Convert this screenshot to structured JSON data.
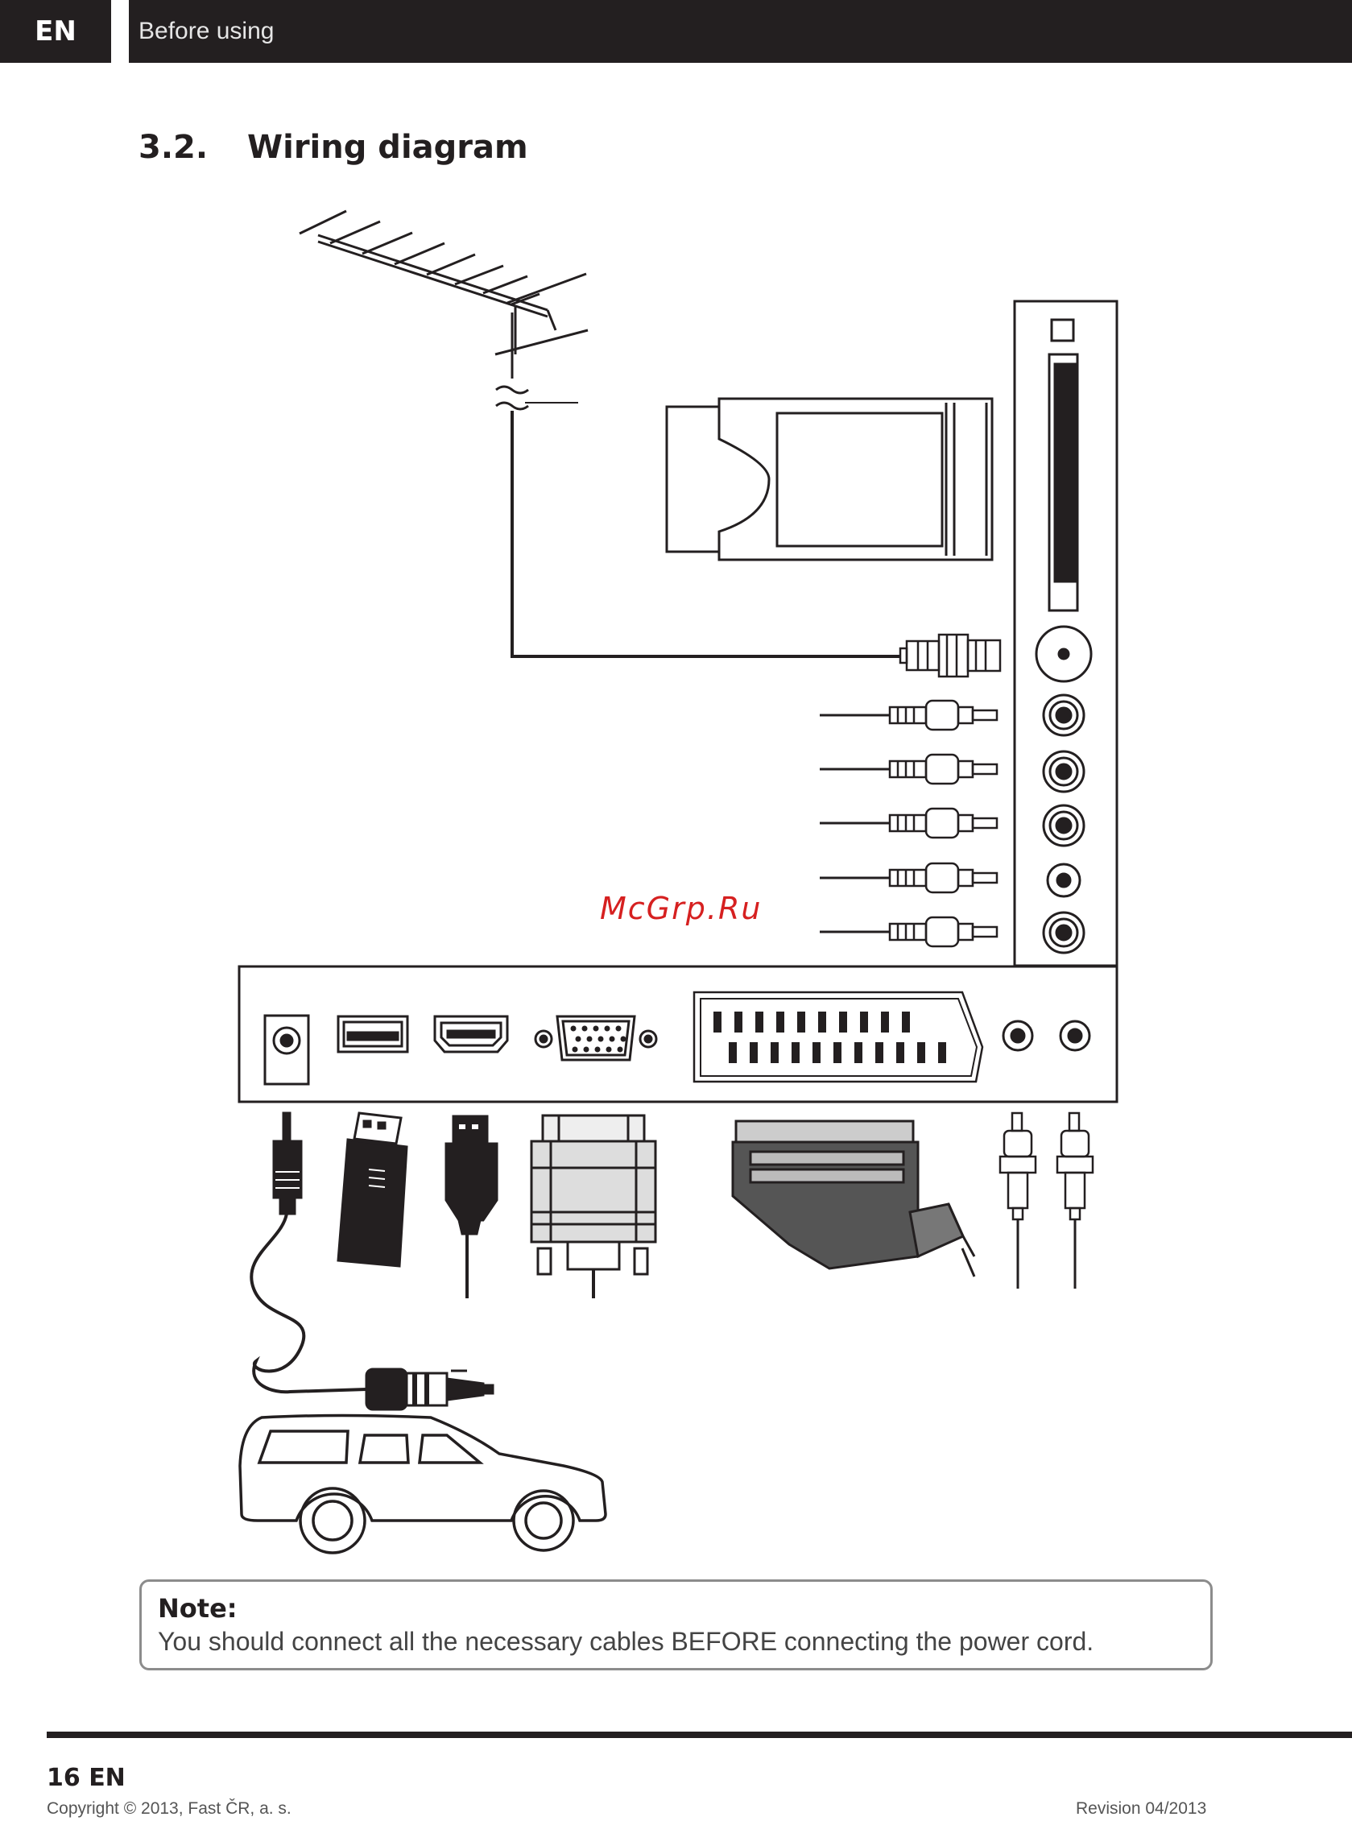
{
  "header": {
    "lang": "EN",
    "section": "Before using"
  },
  "heading": {
    "number": "3.2.",
    "title": "Wiring diagram"
  },
  "watermark": "McGrp.Ru",
  "note": {
    "title": "Note:",
    "text": "You should connect all the necessary cables BEFORE connecting the power cord."
  },
  "footer": {
    "page": "16 EN",
    "copyright": "Copyright © 2013, Fast ČR, a. s.",
    "revision": "Revision 04/2013"
  },
  "colors": {
    "header_bg": "#231f20",
    "watermark": "#d62020",
    "note_border": "#8c8c8c"
  }
}
